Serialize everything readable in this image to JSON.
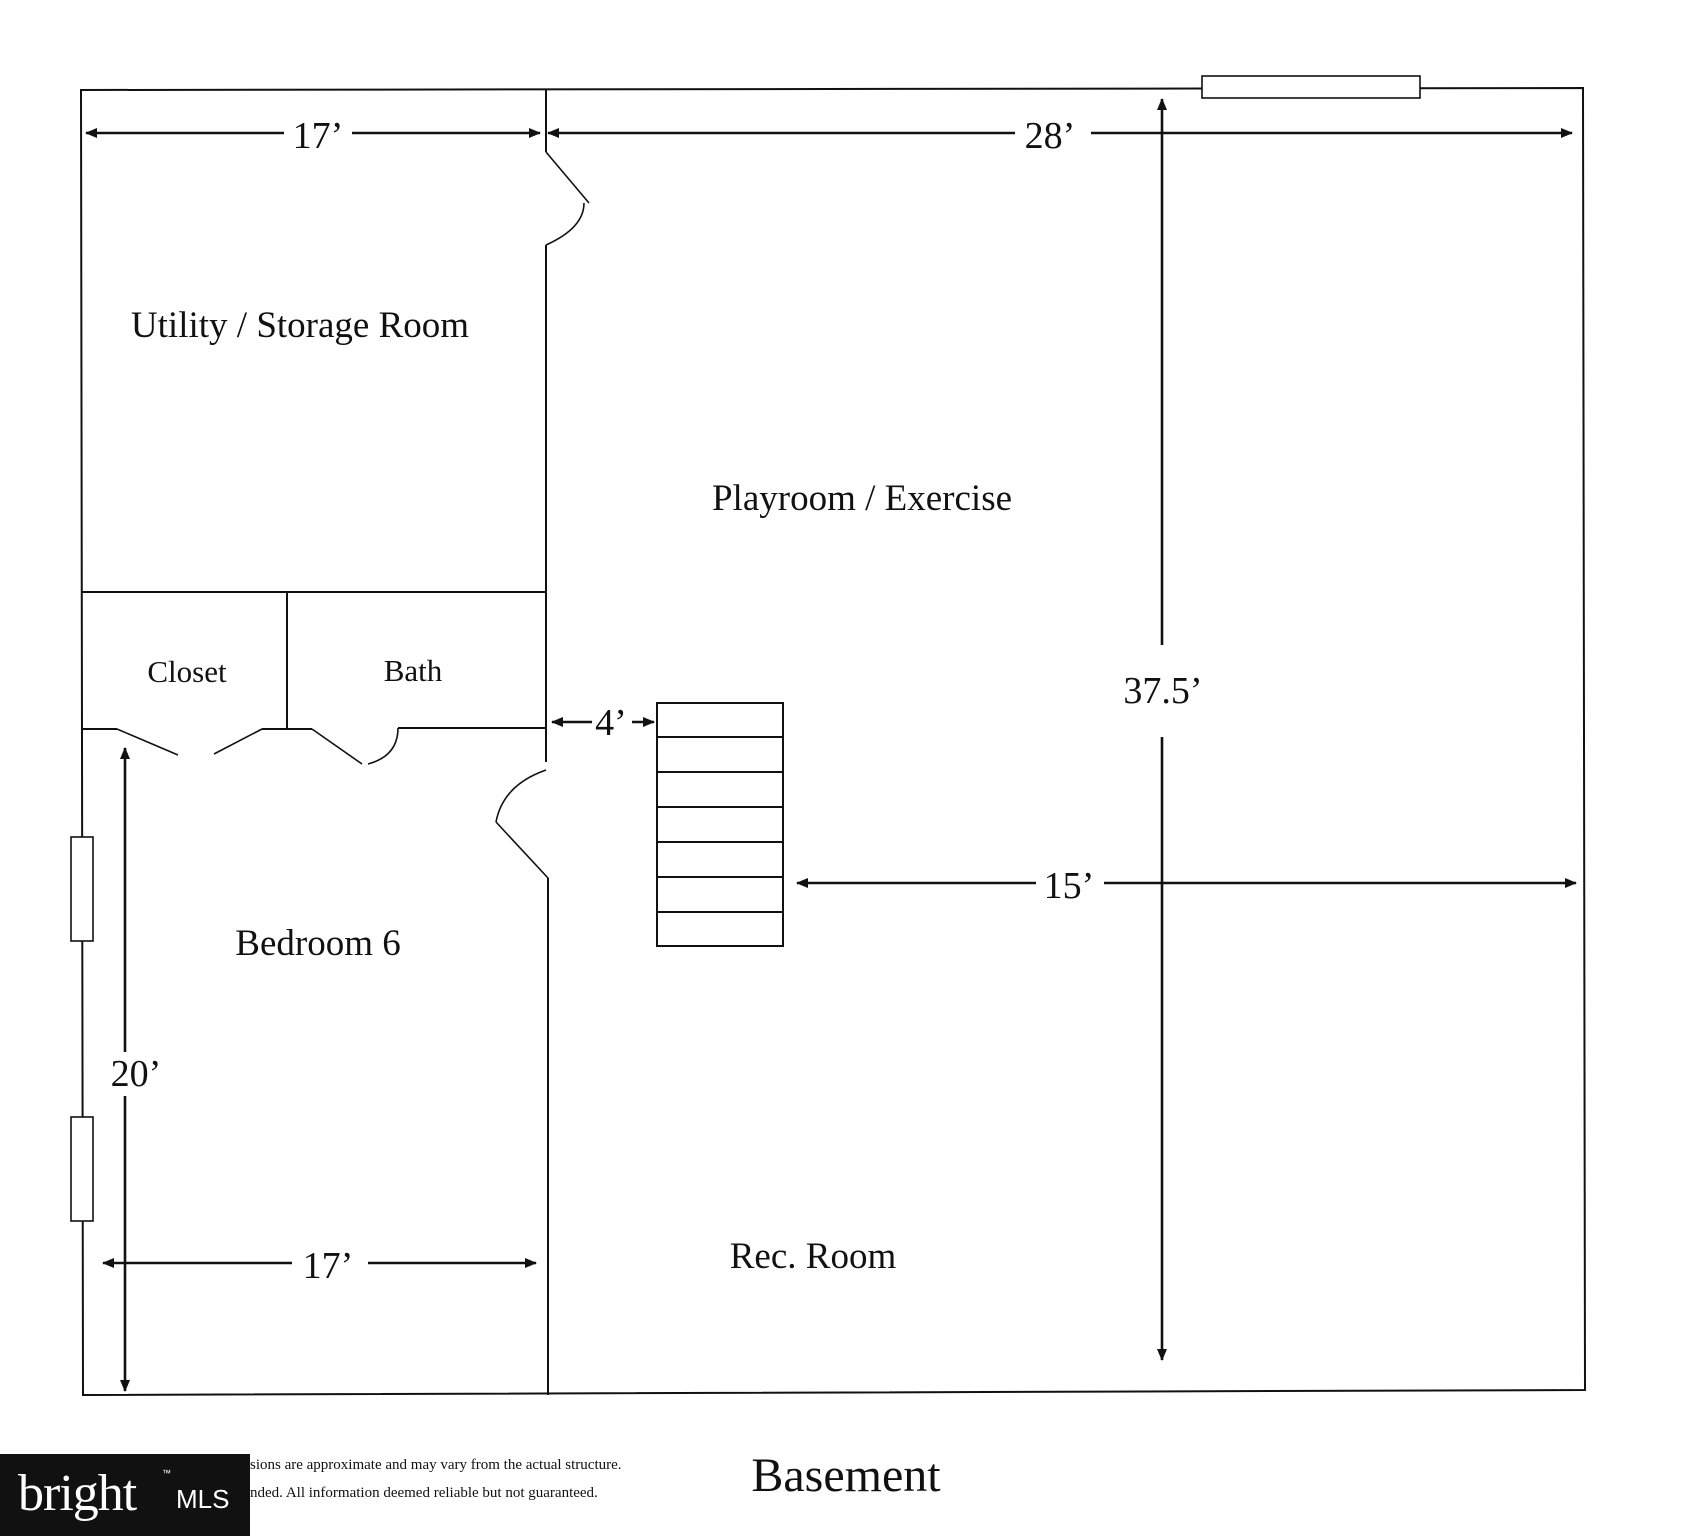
{
  "plan_title": "Basement",
  "rooms": {
    "utility": "Utility / Storage Room",
    "playroom": "Playroom / Exercise",
    "closet": "Closet",
    "bath": "Bath",
    "bedroom": "Bedroom 6",
    "rec": "Rec. Room"
  },
  "dimensions": {
    "utility_width": "17’",
    "playroom_width": "28’",
    "stair_gap": "4’",
    "overall_depth": "37.5’",
    "rec_width": "15’",
    "bedroom_depth": "20’",
    "bedroom_width": "17’"
  },
  "disclaimer": {
    "line1": "sions are approximate and may vary from the actual structure.",
    "line2": "nded. All information deemed reliable but not guaranteed."
  },
  "logo": {
    "text": "bright",
    "suffix": "MLS",
    "tm": "™"
  }
}
